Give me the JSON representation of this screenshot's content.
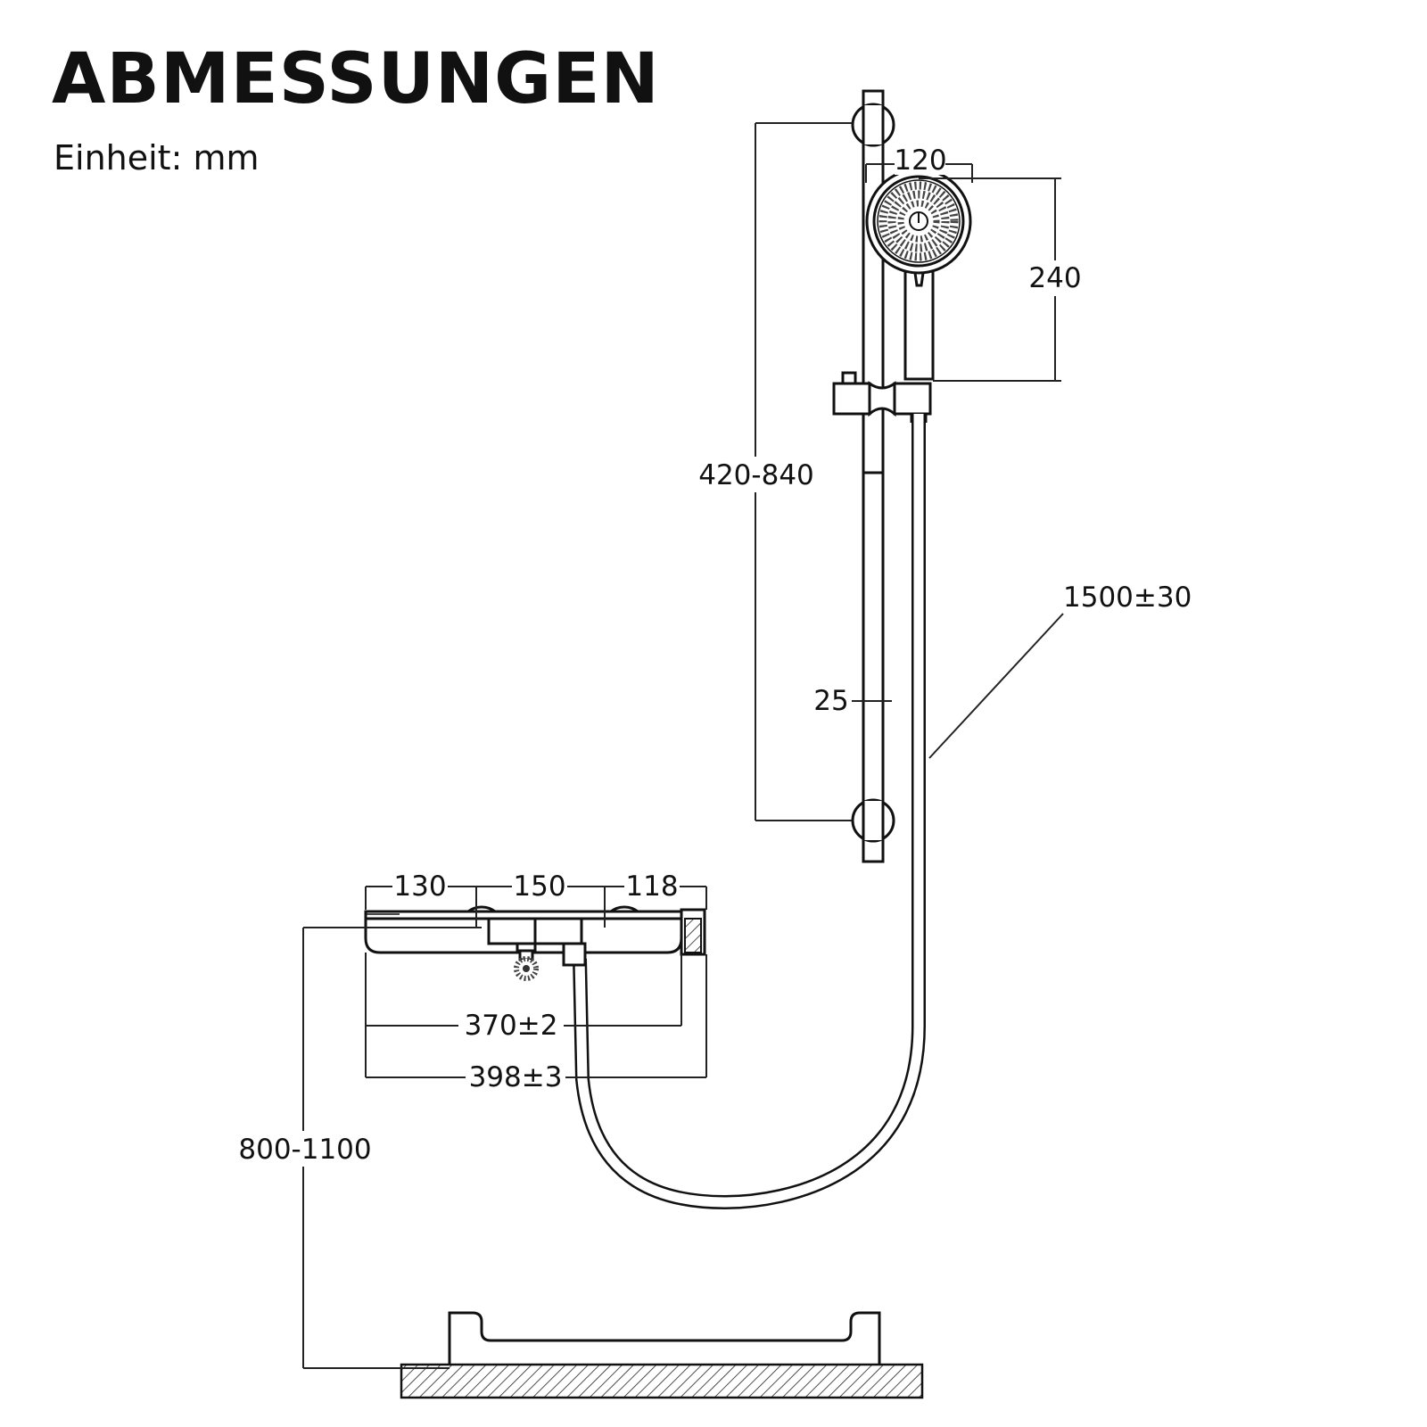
{
  "title": "ABMESSUNGEN",
  "unit_label": "Einheit: mm",
  "dimensions": {
    "rail_height": "420-840",
    "head_width": "120",
    "head_height": "240",
    "rail_diameter": "25",
    "hose_length": "1500±30",
    "spacing_left": "130",
    "spacing_middle": "150",
    "spacing_right": "118",
    "mixer_body_length": "370±2",
    "mixer_total_length": "398±3",
    "mounting_height": "800-1100"
  }
}
